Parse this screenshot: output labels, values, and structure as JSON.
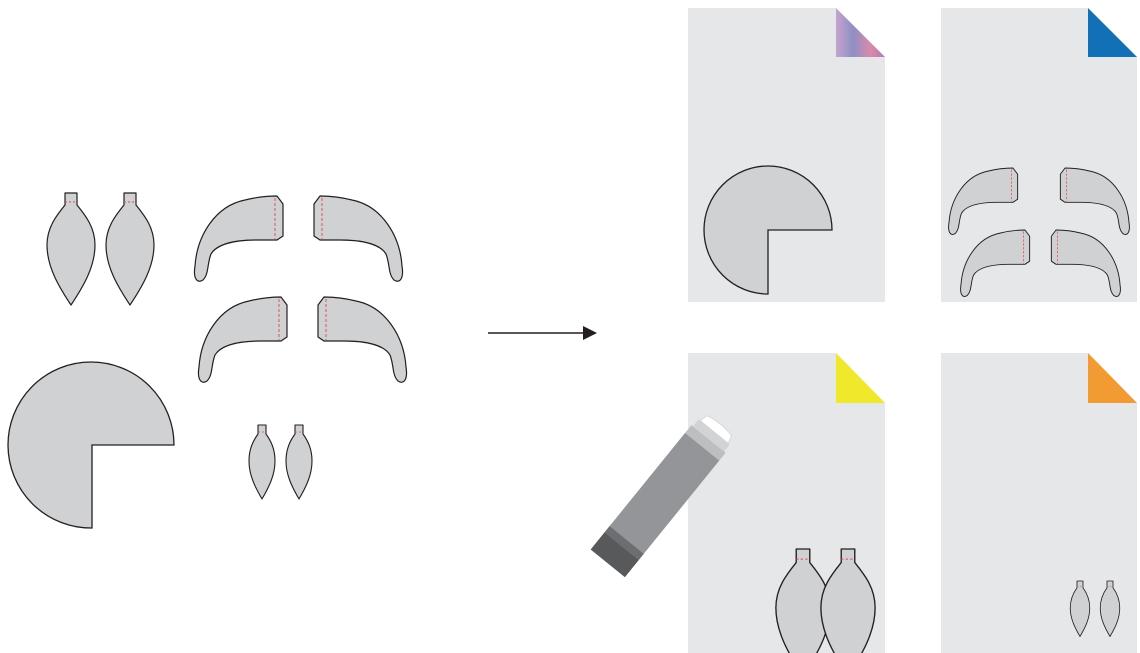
{
  "colors": {
    "background": "#ffffff",
    "piece_fill": "#d0d1d3",
    "piece_stroke": "#231f20",
    "fold_line": "#e0474c",
    "paper": "#e6e7e8",
    "corner_blue": "#1170b6",
    "corner_yellow": "#f0e82a",
    "corner_orange": "#f29b32",
    "corner_gradient": [
      "#c5a4cf",
      "#8f8fc4",
      "#d98aa9",
      "#b779b3"
    ],
    "glue_body": "#939598",
    "glue_dark": "#58595b",
    "glue_light": "#bcbec0",
    "arrow": "#231f20"
  },
  "labels": {},
  "pieces": {
    "loose_ears_large": 2,
    "loose_brows": 4,
    "loose_ears_small": 2,
    "loose_pie": 1
  },
  "sheets": [
    {
      "name": "pie-sheet",
      "corner": "gradient",
      "content": "pie"
    },
    {
      "name": "brows-sheet",
      "corner": "blue",
      "content": "brows"
    },
    {
      "name": "large-ears-sheet",
      "corner": "yellow",
      "content": "large-ears"
    },
    {
      "name": "small-ears-sheet",
      "corner": "orange",
      "content": "small-ears"
    }
  ],
  "tool": {
    "icon": "glue-stick-icon"
  }
}
